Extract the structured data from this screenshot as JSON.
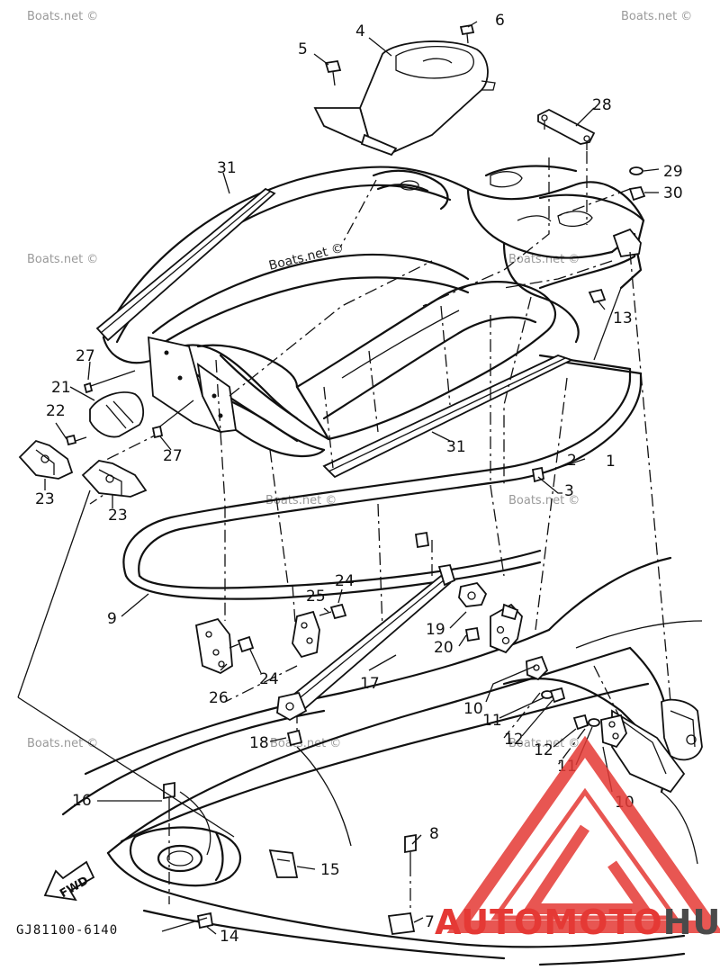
{
  "diagram": {
    "diagram_code": "GJ81100-6140",
    "fwd_label": "FWD",
    "watermarks": [
      "Boats.net ©",
      "Boats.net ©",
      "Boats.net ©",
      "Boats.net ©",
      "Boats.net ©",
      "Boats.net ©",
      "Boats.net ©",
      "Boats.net ©",
      "Boats.net ©",
      "Boats.net ©"
    ],
    "brand_logo": {
      "part1": "AUTOMOTO",
      "part2": "HUB",
      "accent_color": "#e53935",
      "secondary_color": "#4a4a4a"
    },
    "callouts": {
      "c1": "1",
      "c2": "2",
      "c3": "3",
      "c4": "4",
      "c5": "5",
      "c6": "6",
      "c7": "7",
      "c8": "8",
      "c9": "9",
      "c10a": "10",
      "c10b": "10",
      "c11a": "11",
      "c11b": "11",
      "c12a": "12",
      "c12b": "12",
      "c13": "13",
      "c14": "14",
      "c15": "15",
      "c16": "16",
      "c17": "17",
      "c18": "18",
      "c19": "19",
      "c20": "20",
      "c21": "21",
      "c22": "22",
      "c23a": "23",
      "c23b": "23",
      "c24a": "24",
      "c24b": "24",
      "c25": "25",
      "c26": "26",
      "c27a": "27",
      "c27b": "27",
      "c28": "28",
      "c29": "29",
      "c30": "30",
      "c31a": "31",
      "c31b": "31"
    }
  }
}
